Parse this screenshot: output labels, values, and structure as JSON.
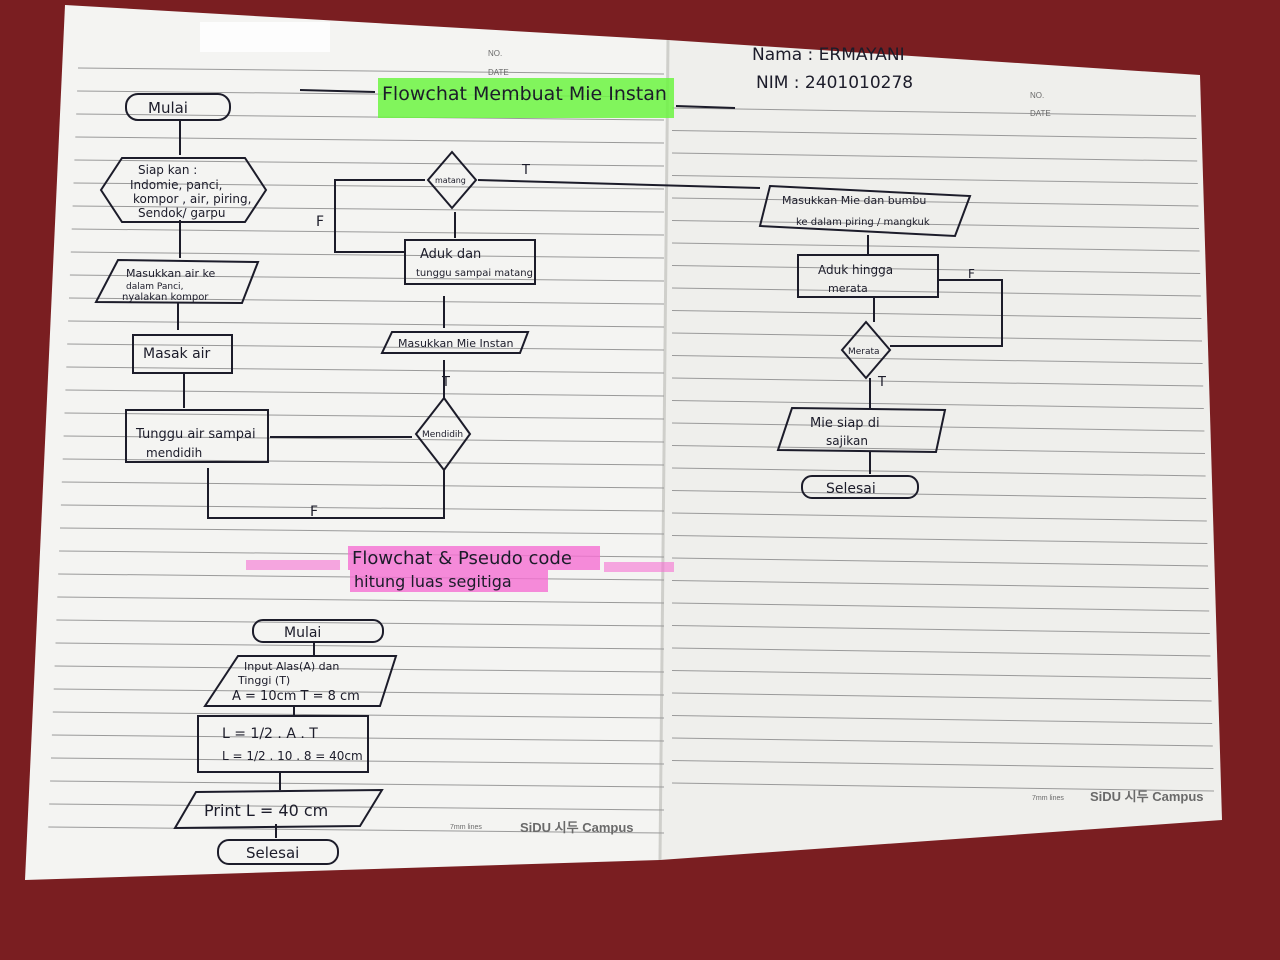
{
  "header": {
    "name_line": "Nama : ERMAYANI",
    "nim_line": "NIM : 2401010278",
    "page_no_label": "NO.",
    "page_date_label": "DATE",
    "brand": "SiDU 시두 Campus",
    "rule_note": "7mm lines"
  },
  "flowchart1": {
    "title": "Flowchat Membuat Mie Instan",
    "start": "Mulai",
    "prepare": [
      "Siap kan :",
      "Indomie, panci,",
      "kompor , air, piring,",
      "Sendok/ garpu"
    ],
    "pour_water": [
      "Masukkan air ke",
      "dalam Panci,",
      "nyalakan kompor"
    ],
    "cook_water": "Masak air",
    "wait_boil": [
      "Tunggu air sampai",
      "mendidih"
    ],
    "decision_boil": "Mendidih",
    "add_noodle": "Masukkan Mie Instan",
    "stir_wait": [
      "Aduk dan",
      "tunggu sampai matang"
    ],
    "decision_cooked": "matang",
    "add_seasoning": [
      "Masukkan Mie dan bumbu",
      "ke dalam piring / mangkuk"
    ],
    "stir_even": [
      "Aduk hingga",
      "merata"
    ],
    "decision_even": "Merata",
    "serve": [
      "Mie siap di",
      "sajikan"
    ],
    "end": "Selesai",
    "label_true": "T",
    "label_false": "F"
  },
  "flowchart2": {
    "title_line1": "Flowchat & Pseudo code",
    "title_line2": "hitung luas segitiga",
    "start": "Mulai",
    "input": [
      "Input Alas(A) dan",
      "Tinggi (T)",
      "A = 10cm  T = 8 cm"
    ],
    "process": [
      "L = 1/2 . A . T",
      "L = 1/2 . 10 . 8 = 40cm"
    ],
    "output": "Print L = 40 cm",
    "end": "Selesai"
  },
  "colors": {
    "highlight_green": "#6cf542",
    "highlight_pink": "#f56fd2",
    "ink": "#1c1c2a",
    "table": "#7a1e21",
    "paper": "#f4f4f2"
  }
}
